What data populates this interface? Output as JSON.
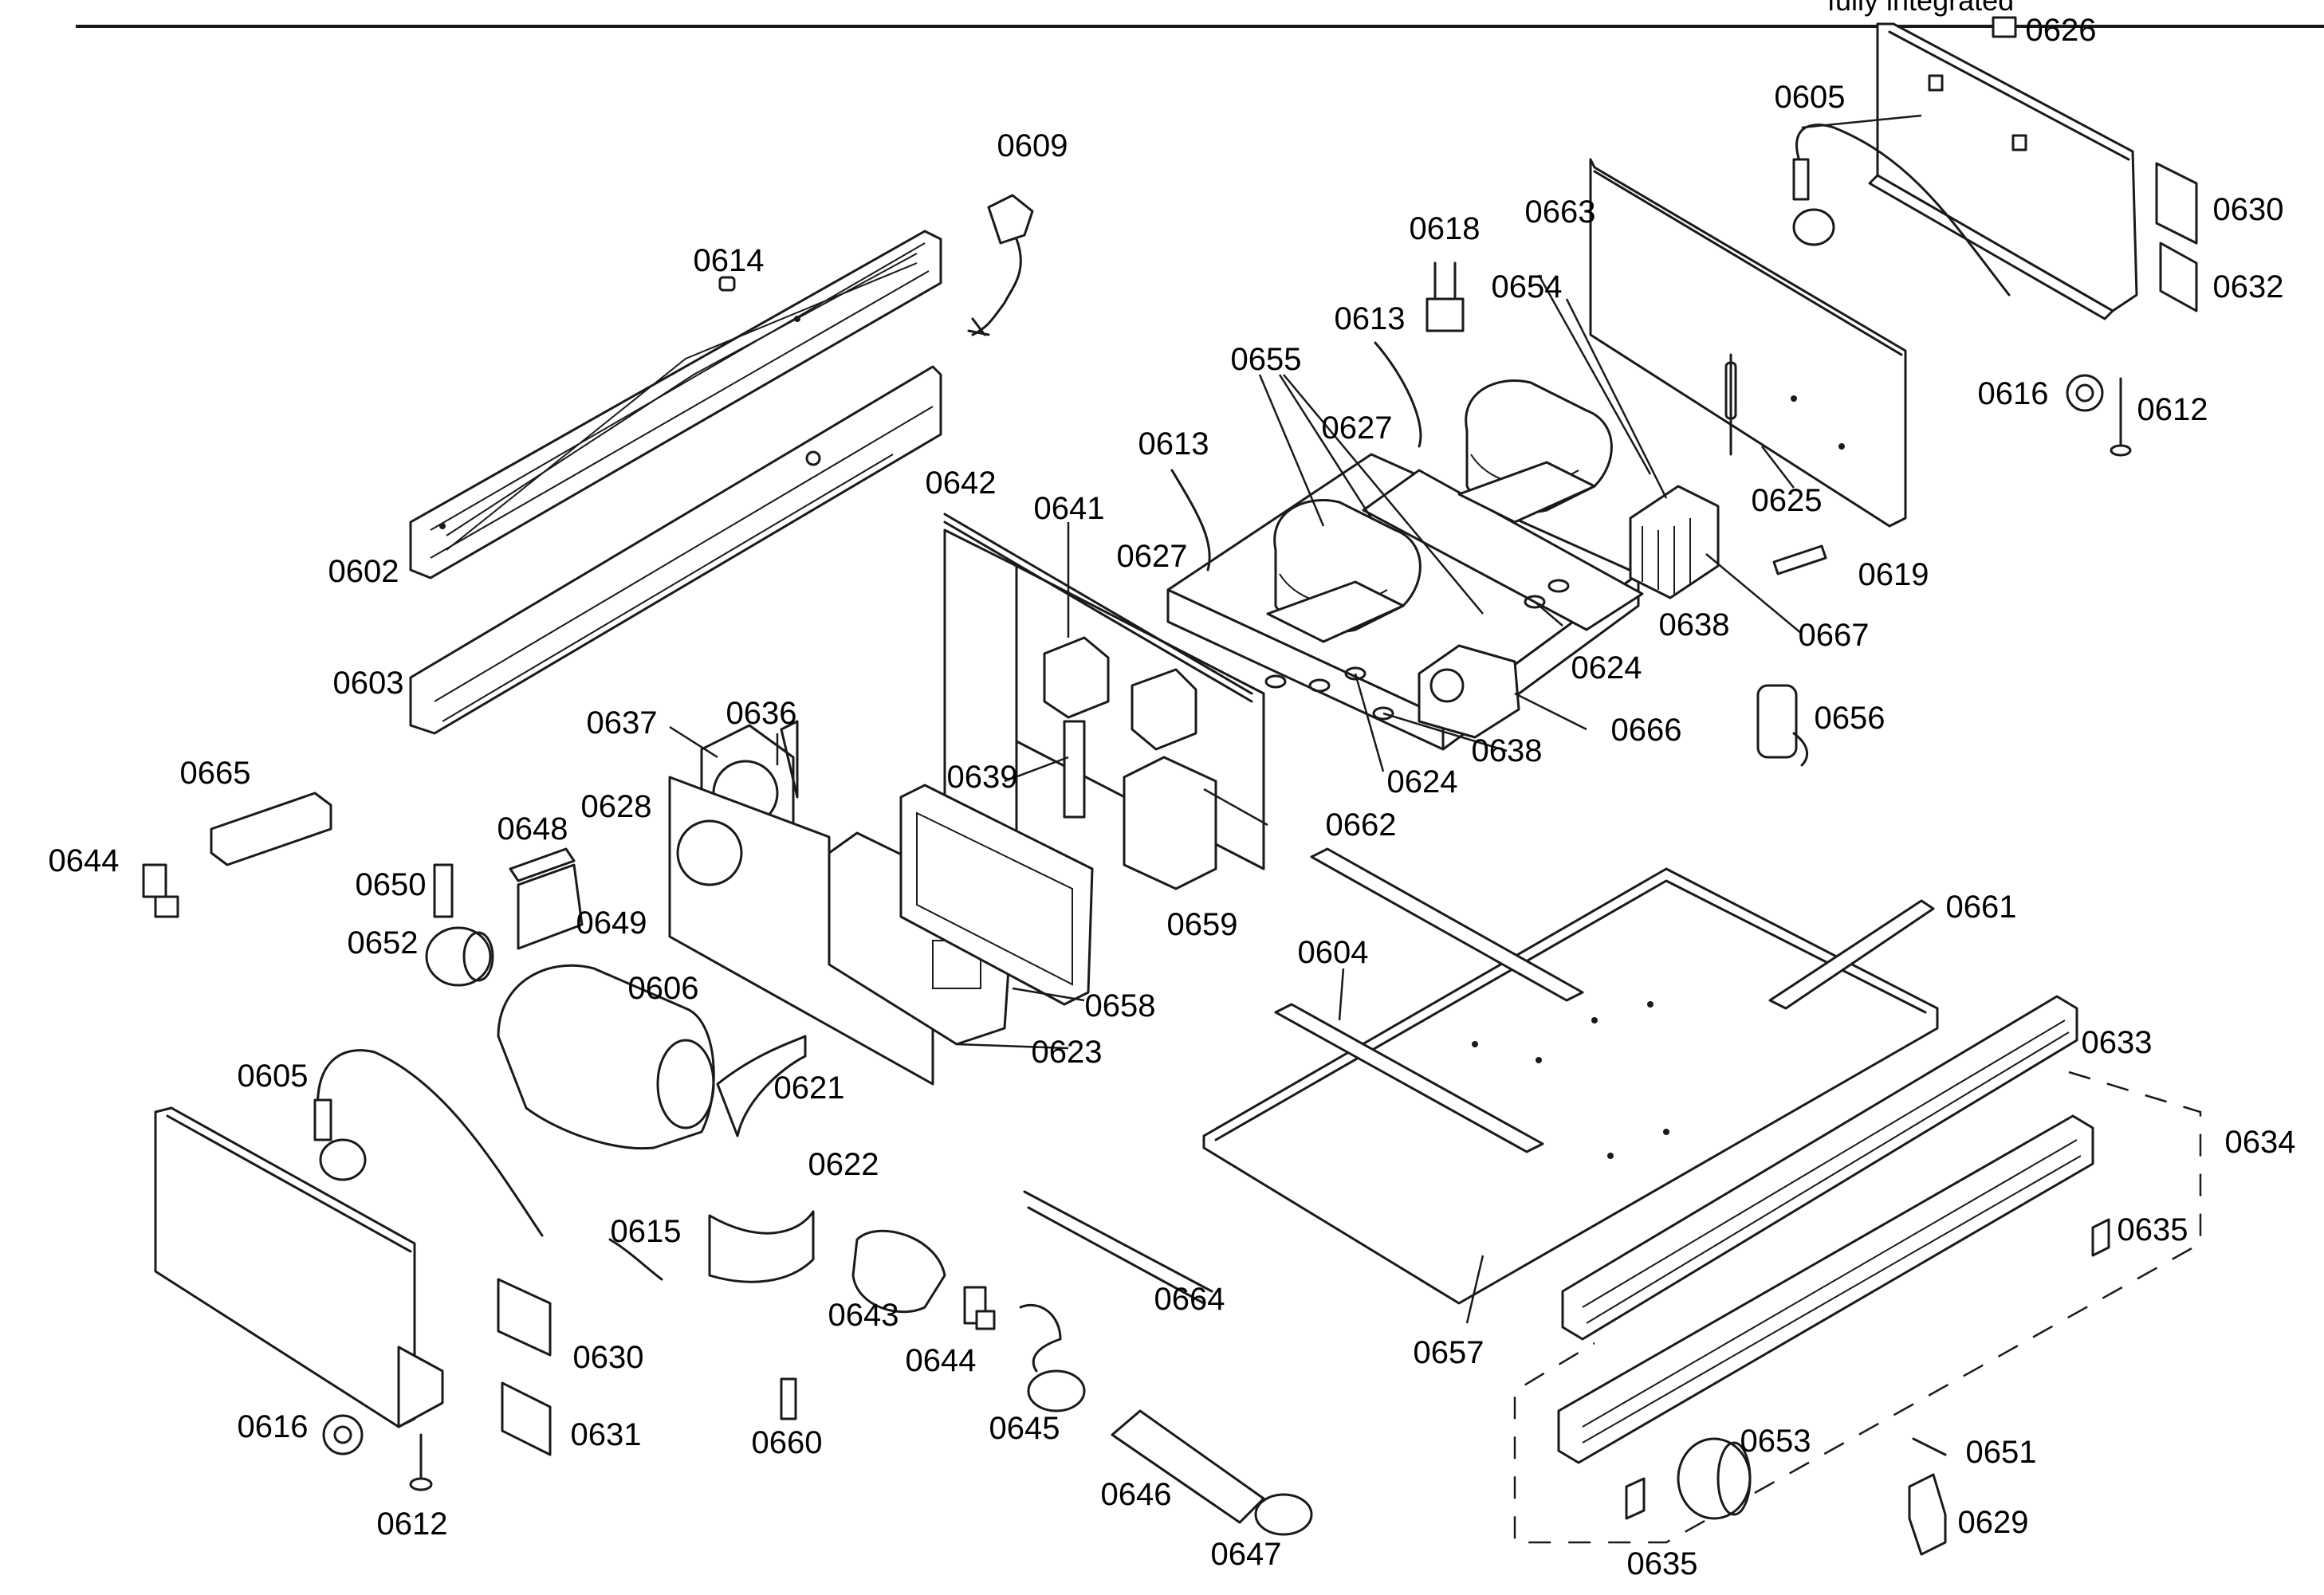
{
  "diagram": {
    "caption": "fully integrated",
    "colors": {
      "line": "#1a1a1a",
      "background": "#ffffff"
    },
    "parts": [
      {
        "id": "p0626",
        "number": "0626"
      },
      {
        "id": "p0605a",
        "number": "0605"
      },
      {
        "id": "p0630a",
        "number": "0630"
      },
      {
        "id": "p0632",
        "number": "0632"
      },
      {
        "id": "p0609",
        "number": "0609"
      },
      {
        "id": "p0663",
        "number": "0663"
      },
      {
        "id": "p0618",
        "number": "0618"
      },
      {
        "id": "p0614",
        "number": "0614"
      },
      {
        "id": "p0654",
        "number": "0654"
      },
      {
        "id": "p0613a",
        "number": "0613"
      },
      {
        "id": "p0655",
        "number": "0655"
      },
      {
        "id": "p0616a",
        "number": "0616"
      },
      {
        "id": "p0612a",
        "number": "0612"
      },
      {
        "id": "p0627a",
        "number": "0627"
      },
      {
        "id": "p0613b",
        "number": "0613"
      },
      {
        "id": "p0625",
        "number": "0625"
      },
      {
        "id": "p0642",
        "number": "0642"
      },
      {
        "id": "p0641",
        "number": "0641"
      },
      {
        "id": "p0627b",
        "number": "0627"
      },
      {
        "id": "p0619",
        "number": "0619"
      },
      {
        "id": "p0602",
        "number": "0602"
      },
      {
        "id": "p0638a",
        "number": "0638"
      },
      {
        "id": "p0667",
        "number": "0667"
      },
      {
        "id": "p0624a",
        "number": "0624"
      },
      {
        "id": "p0603",
        "number": "0603"
      },
      {
        "id": "p0656",
        "number": "0656"
      },
      {
        "id": "p0637",
        "number": "0637"
      },
      {
        "id": "p0636",
        "number": "0636"
      },
      {
        "id": "p0666",
        "number": "0666"
      },
      {
        "id": "p0638b",
        "number": "0638"
      },
      {
        "id": "p0665",
        "number": "0665"
      },
      {
        "id": "p0639",
        "number": "0639"
      },
      {
        "id": "p0624b",
        "number": "0624"
      },
      {
        "id": "p0648",
        "number": "0648"
      },
      {
        "id": "p0628",
        "number": "0628"
      },
      {
        "id": "p0662",
        "number": "0662"
      },
      {
        "id": "p0644a",
        "number": "0644"
      },
      {
        "id": "p0650",
        "number": "0650"
      },
      {
        "id": "p0661",
        "number": "0661"
      },
      {
        "id": "p0649",
        "number": "0649"
      },
      {
        "id": "p0659",
        "number": "0659"
      },
      {
        "id": "p0652",
        "number": "0652"
      },
      {
        "id": "p0604",
        "number": "0604"
      },
      {
        "id": "p0606",
        "number": "0606"
      },
      {
        "id": "p0658",
        "number": "0658"
      },
      {
        "id": "p0633",
        "number": "0633"
      },
      {
        "id": "p0623",
        "number": "0623"
      },
      {
        "id": "p0605b",
        "number": "0605"
      },
      {
        "id": "p0621",
        "number": "0621"
      },
      {
        "id": "p0634",
        "number": "0634"
      },
      {
        "id": "p0622",
        "number": "0622"
      },
      {
        "id": "p0635a",
        "number": "0635"
      },
      {
        "id": "p0615",
        "number": "0615"
      },
      {
        "id": "p0664",
        "number": "0664"
      },
      {
        "id": "p0643",
        "number": "0643"
      },
      {
        "id": "p0657",
        "number": "0657"
      },
      {
        "id": "p0630b",
        "number": "0630"
      },
      {
        "id": "p0644b",
        "number": "0644"
      },
      {
        "id": "p0616b",
        "number": "0616"
      },
      {
        "id": "p0631",
        "number": "0631"
      },
      {
        "id": "p0660",
        "number": "0660"
      },
      {
        "id": "p0645",
        "number": "0645"
      },
      {
        "id": "p0653",
        "number": "0653"
      },
      {
        "id": "p0651",
        "number": "0651"
      },
      {
        "id": "p0646",
        "number": "0646"
      },
      {
        "id": "p0612b",
        "number": "0612"
      },
      {
        "id": "p0629",
        "number": "0629"
      },
      {
        "id": "p0635b",
        "number": "0635"
      },
      {
        "id": "p0647",
        "number": "0647"
      }
    ]
  }
}
